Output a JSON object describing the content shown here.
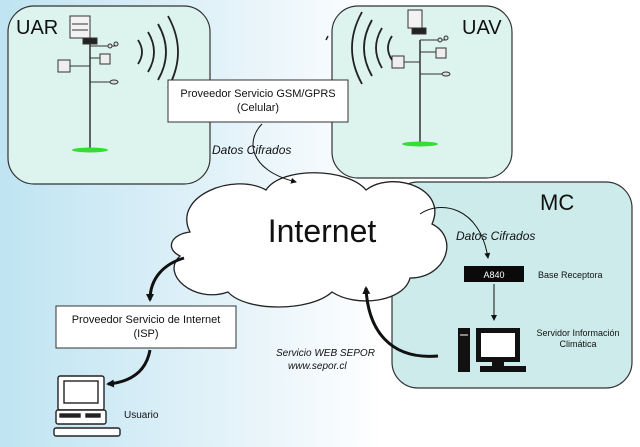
{
  "nodes": {
    "uar": "UAR",
    "uav": "UAV",
    "mc": "MC",
    "internet": "Internet",
    "gsm_provider_line1": "Proveedor Servicio GSM/GPRS",
    "gsm_provider_line2": "(Celular)",
    "isp_line1": "Proveedor Servicio de Internet",
    "isp_line2": "(ISP)",
    "receiver_device": "A840",
    "receiver_label": "Base Receptora",
    "server_label_line1": "Servidor Información",
    "server_label_line2": "Climática",
    "user_label": "Usuario"
  },
  "edges": {
    "encrypted_data_top": "Datos Cifrados",
    "encrypted_data_mc": "Datos Cifrados",
    "web_service_line1": "Servicio WEB SEPOR",
    "web_service_line2": "www.sepor.cl"
  },
  "colors": {
    "station_fill": "#dcf3ee",
    "mc_fill": "#cdebeb",
    "station_stroke": "#333333",
    "ground": "#33dd33"
  }
}
